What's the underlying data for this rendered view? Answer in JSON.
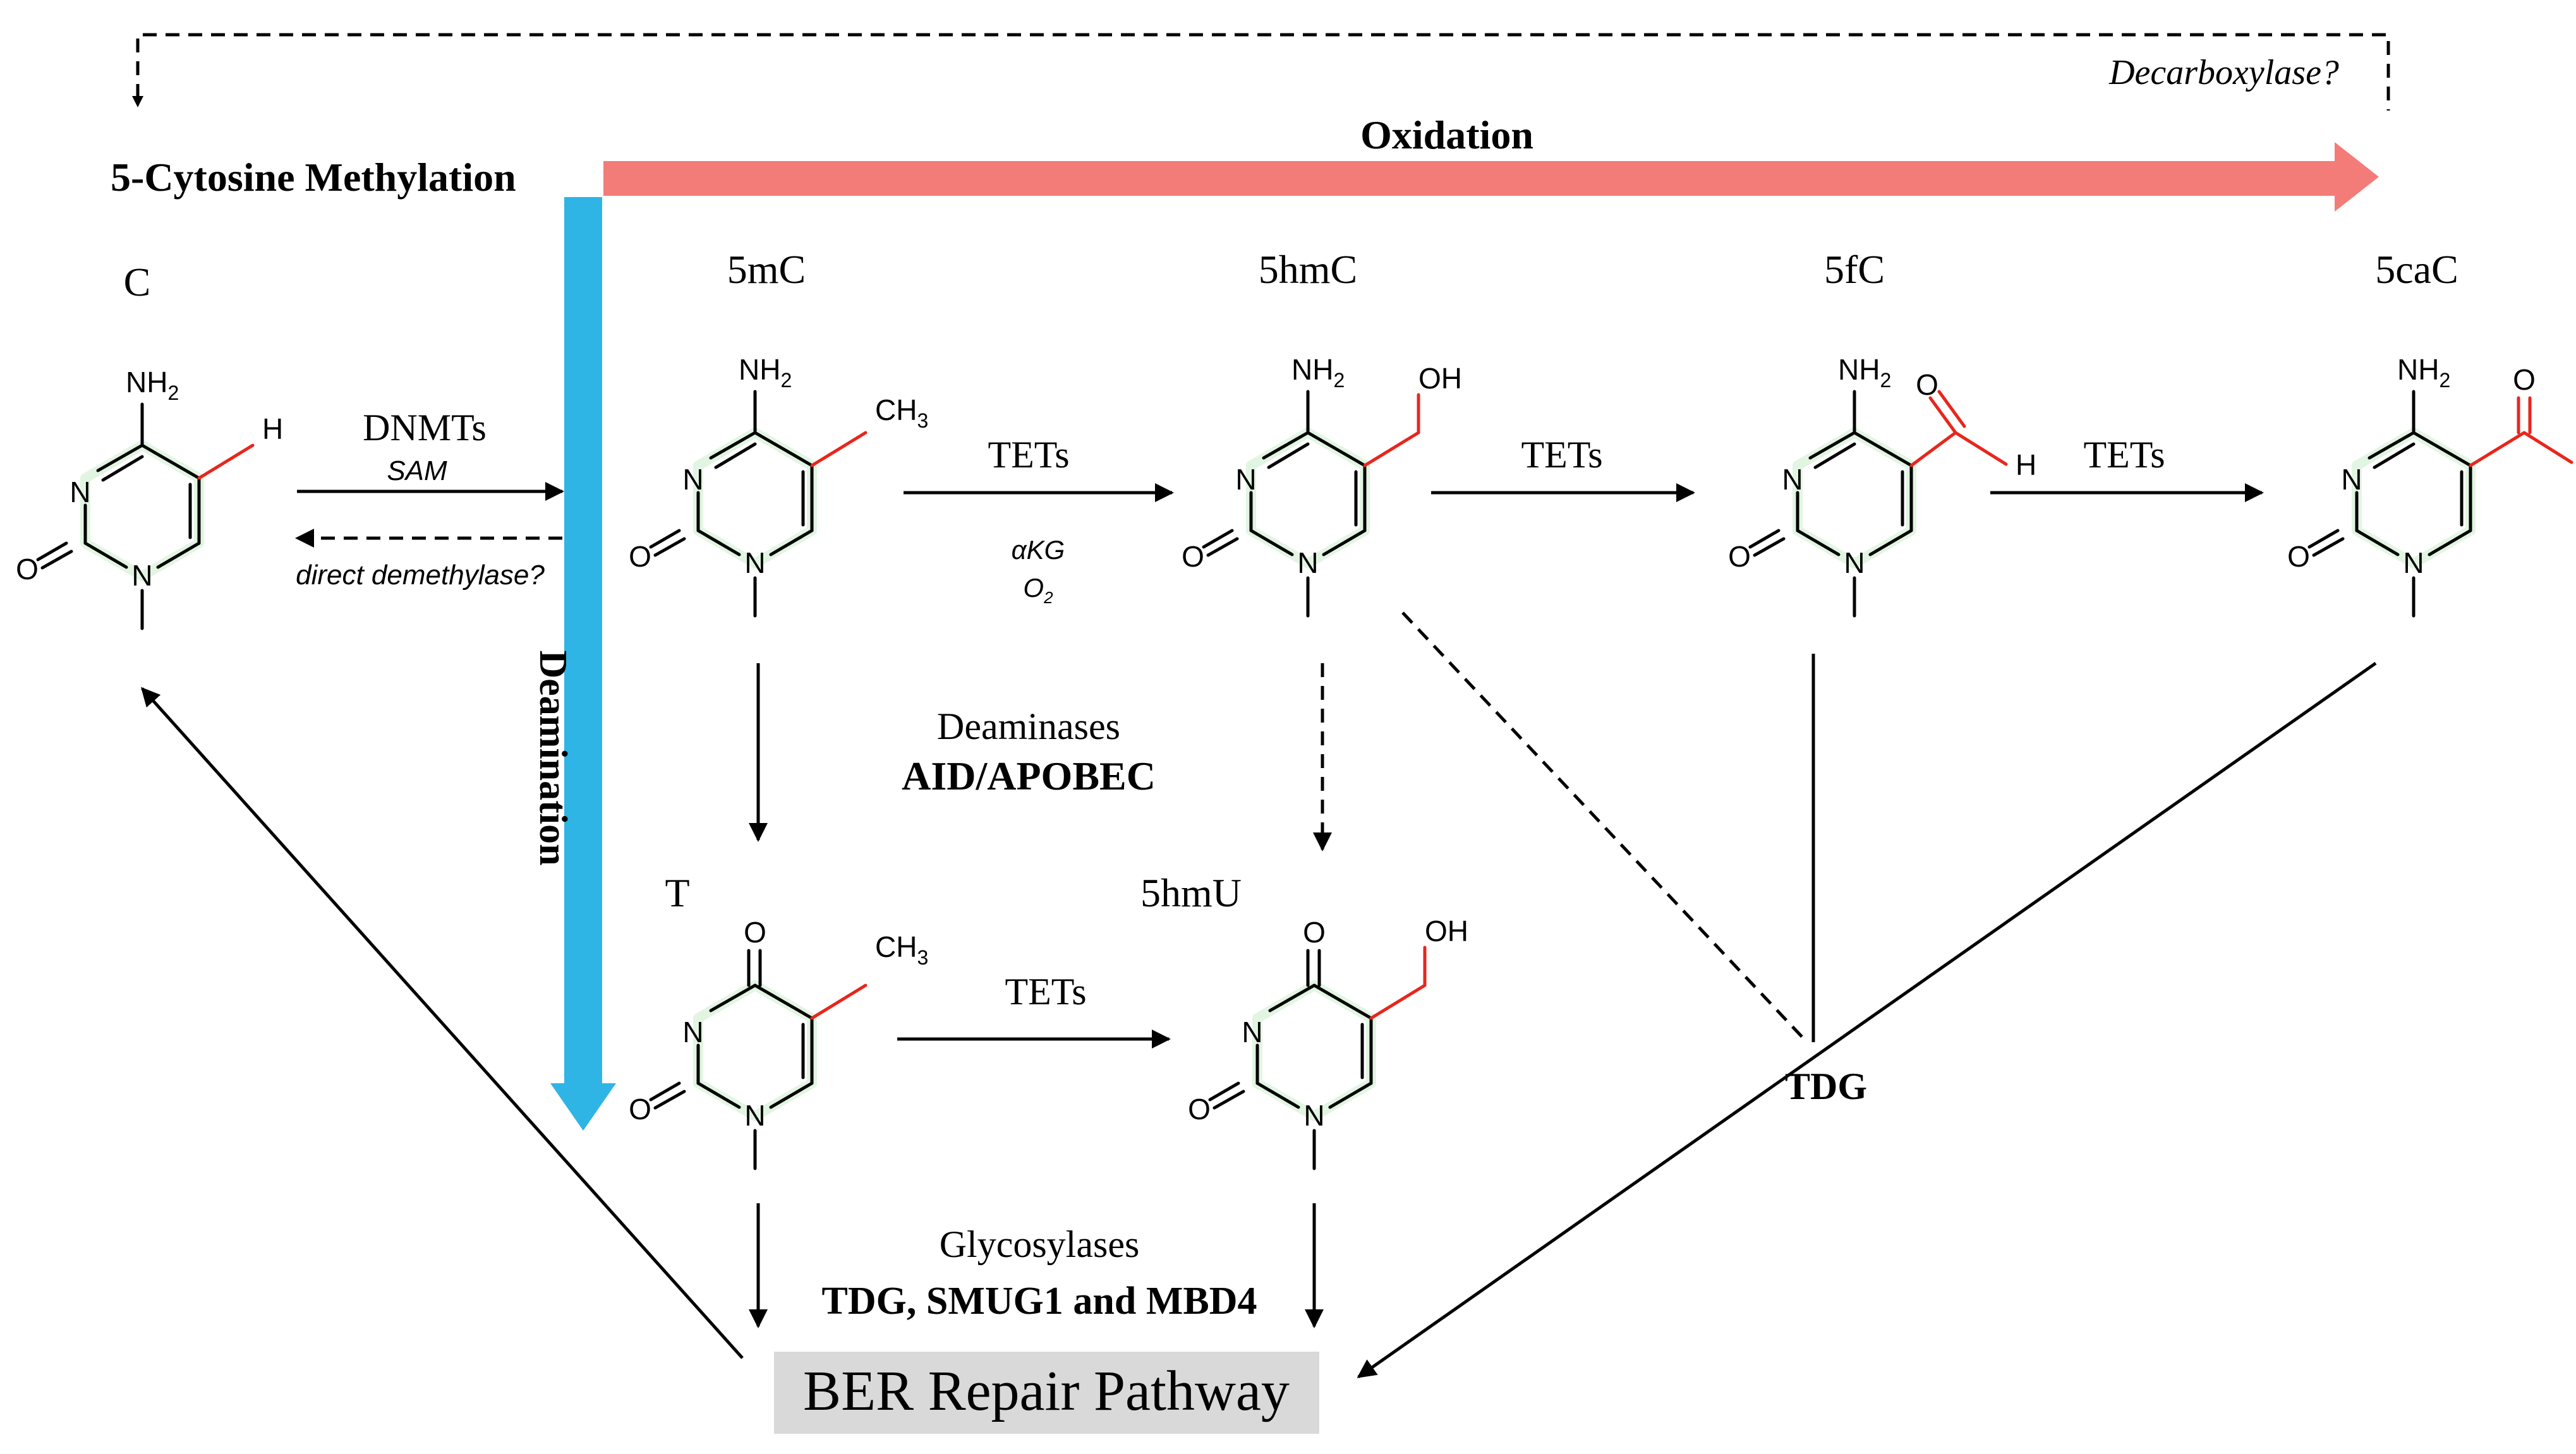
{
  "top_note": "Decarboxylase?",
  "headers": {
    "methylation": "5-Cytosine Methylation",
    "oxidation": "Oxidation",
    "deamination": "Deamination"
  },
  "molecules": {
    "c": "C",
    "mc5": "5mC",
    "hmc5": "5hmC",
    "fc5": "5fC",
    "cac5": "5caC",
    "t": "T",
    "hmu5": "5hmU"
  },
  "atoms": {
    "nh": "NH",
    "two": "2",
    "n": "N",
    "o": "O",
    "h": "H",
    "oh": "OH",
    "ch": "CH",
    "three": "3"
  },
  "enzymes": {
    "dnmts": "DNMTs",
    "sam": "SAM",
    "direct_demethylase": "direct demethylase?",
    "tets": "TETs",
    "akg": "αKG",
    "o2": "O",
    "o2_sub": "2",
    "deaminases": "Deaminases",
    "aid_apobec": "AID/APOBEC",
    "tdg": "TDG",
    "glycosylases": "Glycosylases",
    "glycosylase_list": "TDG, SMUG1 and MBD4",
    "ber": "BER Repair Pathway"
  },
  "colors": {
    "oxidation_arrow": "#f37c78",
    "deamination_arrow": "#2fb4e6",
    "substituent": "#e8261c",
    "ber_box": "#d9d9d9"
  }
}
